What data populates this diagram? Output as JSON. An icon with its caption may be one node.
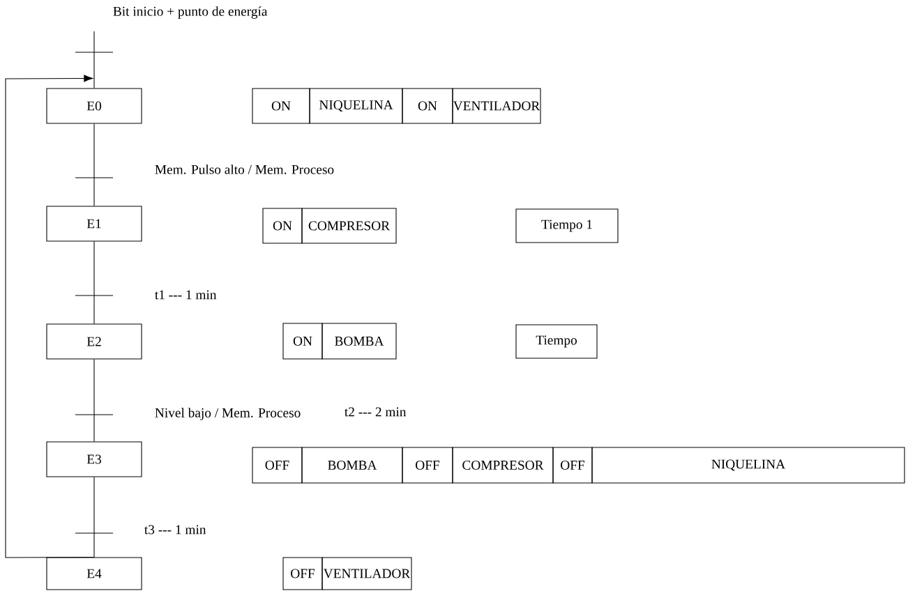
{
  "diagram": {
    "nodes": [
      {
        "text": [
          "E0"
        ]
      },
      {
        "text": [
          "E1"
        ]
      },
      {
        "text": [
          "E2"
        ]
      },
      {
        "text": [
          "E3"
        ]
      },
      {
        "text": [
          "E4"
        ]
      },
      {
        "text": [
          "ON"
        ]
      },
      {
        "text": [
          "NIQUELINA"
        ]
      },
      {
        "text": [
          "ON"
        ]
      },
      {
        "text": [
          "VENTILADOR"
        ]
      },
      {
        "text": [
          "ON"
        ]
      },
      {
        "text": [
          "COMPRESOR"
        ]
      },
      {
        "text": [
          "Tiempo 1"
        ]
      },
      {
        "text": [
          "ON"
        ]
      },
      {
        "text": [
          "BOMBA"
        ]
      },
      {
        "text": [
          "Tiempo"
        ]
      },
      {
        "text": [
          "OFF"
        ]
      },
      {
        "text": [
          "BOMBA"
        ]
      },
      {
        "text": [
          "OFF"
        ]
      },
      {
        "text": [
          "COMPRESOR"
        ]
      },
      {
        "text": [
          "OFF"
        ]
      },
      {
        "text": [
          "NIQUELINA"
        ]
      },
      {
        "text": [
          "OFF"
        ]
      },
      {
        "text": [
          "VENTILADOR"
        ]
      }
    ],
    "edges": [
      {
        "from": null,
        "to": 0,
        "arrow": "none",
        "label": "Bit inicio + punto de energía"
      },
      {
        "from": 0,
        "to": 1,
        "arrow": "none",
        "label": "Mem. Pulso alto /  Mem. Proceso"
      },
      {
        "from": 1,
        "to": 2,
        "arrow": "none",
        "label": "t1 --- 1 min"
      },
      {
        "from": 2,
        "to": 3,
        "arrow": "none",
        "label": "Nivel bajo / Mem. Proceso"
      },
      {
        "from": 3,
        "to": 4,
        "arrow": "none",
        "label": "t3 --- 1 min"
      },
      {
        "from": 4,
        "to": 0,
        "arrow": "to"
      }
    ],
    "labels": [
      "t2 --- 2 min"
    ]
  }
}
